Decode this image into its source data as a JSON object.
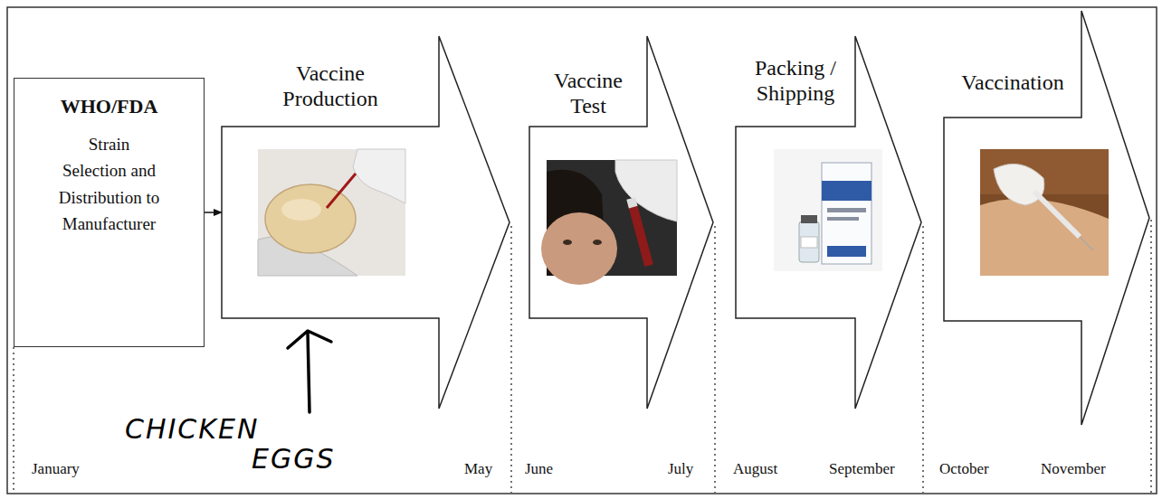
{
  "diagram": {
    "nodes": [
      {
        "text": [
          "WHO/FDA",
          "Strain Selection and Distribution to Manufacturer"
        ]
      },
      {
        "text": [
          "Vaccine Production"
        ]
      },
      {
        "text": [
          "Vaccine Test"
        ]
      },
      {
        "text": [
          "Packing / Shipping"
        ]
      },
      {
        "text": [
          "Vaccination"
        ]
      }
    ],
    "edges": [
      {
        "from": 0,
        "to": 1,
        "arrow": "to"
      }
    ],
    "labels": [
      "CHICKEN EGGS",
      "January",
      "May",
      "June",
      "July",
      "August",
      "September",
      "October",
      "November"
    ]
  }
}
